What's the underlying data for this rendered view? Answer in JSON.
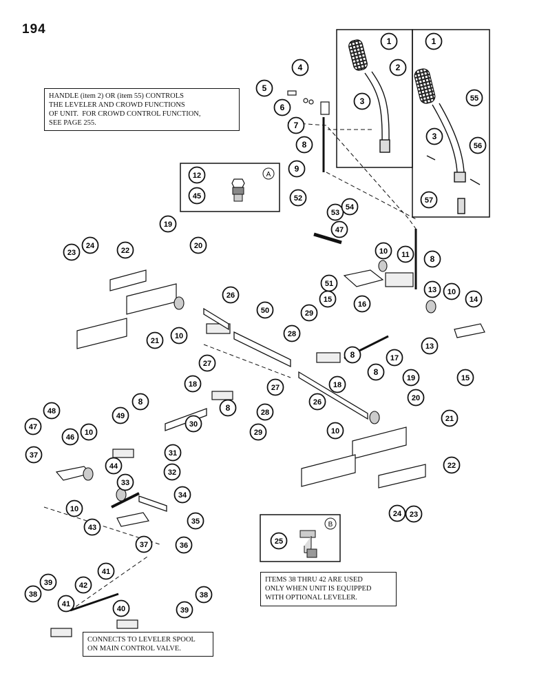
{
  "page_number": "194",
  "notes": {
    "handle": "HANDLE (item 2) OR (item 55) CONTROLS\nTHE LEVELER AND CROWD FUNCTIONS\nOF UNIT.  FOR CROWD CONTROL FUNCTION,\nSEE PAGE 255.",
    "leveler": "ITEMS 38 THRU 42 ARE USED\nONLY WHEN UNIT IS EQUIPPED\nWITH OPTIONAL LEVELER.",
    "spool": "CONNECTS TO LEVELER SPOOL\nON MAIN CONTROL VALVE."
  },
  "detail_letters": {
    "a": "A",
    "b": "B"
  },
  "callouts": [
    {
      "n": "1"
    },
    {
      "n": "2"
    },
    {
      "n": "3"
    },
    {
      "n": "1"
    },
    {
      "n": "55"
    },
    {
      "n": "3"
    },
    {
      "n": "56"
    },
    {
      "n": "57"
    },
    {
      "n": "4"
    },
    {
      "n": "5"
    },
    {
      "n": "6"
    },
    {
      "n": "7"
    },
    {
      "n": "8"
    },
    {
      "n": "9"
    },
    {
      "n": "12"
    },
    {
      "n": "45"
    },
    {
      "n": "52"
    },
    {
      "n": "53"
    },
    {
      "n": "54"
    },
    {
      "n": "47"
    },
    {
      "n": "51"
    },
    {
      "n": "10"
    },
    {
      "n": "11"
    },
    {
      "n": "8"
    },
    {
      "n": "13"
    },
    {
      "n": "10"
    },
    {
      "n": "14"
    },
    {
      "n": "15"
    },
    {
      "n": "16"
    },
    {
      "n": "13"
    },
    {
      "n": "15"
    },
    {
      "n": "19"
    },
    {
      "n": "20"
    },
    {
      "n": "24"
    },
    {
      "n": "23"
    },
    {
      "n": "22"
    },
    {
      "n": "21"
    },
    {
      "n": "10"
    },
    {
      "n": "26"
    },
    {
      "n": "50"
    },
    {
      "n": "29"
    },
    {
      "n": "28"
    },
    {
      "n": "27"
    },
    {
      "n": "17"
    },
    {
      "n": "8"
    },
    {
      "n": "8"
    },
    {
      "n": "18"
    },
    {
      "n": "18"
    },
    {
      "n": "27"
    },
    {
      "n": "26"
    },
    {
      "n": "28"
    },
    {
      "n": "29"
    },
    {
      "n": "8"
    },
    {
      "n": "30"
    },
    {
      "n": "19"
    },
    {
      "n": "20"
    },
    {
      "n": "21"
    },
    {
      "n": "10"
    },
    {
      "n": "22"
    },
    {
      "n": "24"
    },
    {
      "n": "23"
    },
    {
      "n": "48"
    },
    {
      "n": "47"
    },
    {
      "n": "46"
    },
    {
      "n": "10"
    },
    {
      "n": "49"
    },
    {
      "n": "8"
    },
    {
      "n": "37"
    },
    {
      "n": "44"
    },
    {
      "n": "31"
    },
    {
      "n": "32"
    },
    {
      "n": "10"
    },
    {
      "n": "43"
    },
    {
      "n": "33"
    },
    {
      "n": "34"
    },
    {
      "n": "35"
    },
    {
      "n": "36"
    },
    {
      "n": "37"
    },
    {
      "n": "25"
    },
    {
      "n": "39"
    },
    {
      "n": "38"
    },
    {
      "n": "41"
    },
    {
      "n": "42"
    },
    {
      "n": "41"
    },
    {
      "n": "40"
    },
    {
      "n": "38"
    },
    {
      "n": "39"
    }
  ]
}
